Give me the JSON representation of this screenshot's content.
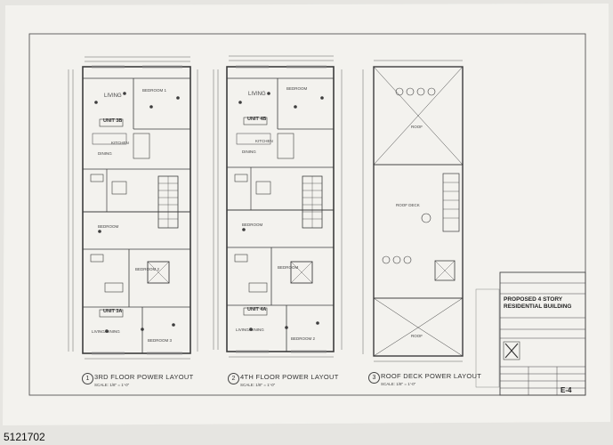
{
  "plans": [
    {
      "number": "1",
      "title": "3RD FLOOR POWER LAYOUT",
      "scale": "SCALE:  1/8\" = 1'-0\"",
      "units": [
        {
          "label": "UNIT 3B"
        },
        {
          "label": "UNIT 3A"
        }
      ],
      "rooms": [
        "LIVING",
        "BEDROOM 1",
        "KITCHEN",
        "DINING",
        "BEDROOM",
        "BEDROOM 2",
        "LIVING/DINING",
        "BEDROOM 3"
      ]
    },
    {
      "number": "2",
      "title": "4TH FLOOR POWER LAYOUT",
      "scale": "SCALE:  1/8\" = 1'-0\"",
      "units": [
        {
          "label": "UNIT 4B"
        },
        {
          "label": "UNIT 4A"
        }
      ],
      "rooms": [
        "LIVING",
        "BEDROOM",
        "KITCHEN",
        "DINING",
        "BEDROOM",
        "BEDROOM",
        "LIVING/DINING",
        "BEDROOM 2"
      ]
    },
    {
      "number": "3",
      "title": "ROOF DECK POWER LAYOUT",
      "scale": "SCALE:  1/8\" = 1'-0\"",
      "rooms": [
        "ROOF",
        "ROOF",
        "ROOF DECK"
      ]
    }
  ],
  "title_block": {
    "drawing_title": "PROPOSED 4 STORY RESIDENTIAL BUILDING",
    "sheet_number": "E-4"
  },
  "listing_id": "5121702",
  "colors": {
    "paper": "#f4f3ef",
    "line": "#444444",
    "background": "#e9e9e6"
  }
}
